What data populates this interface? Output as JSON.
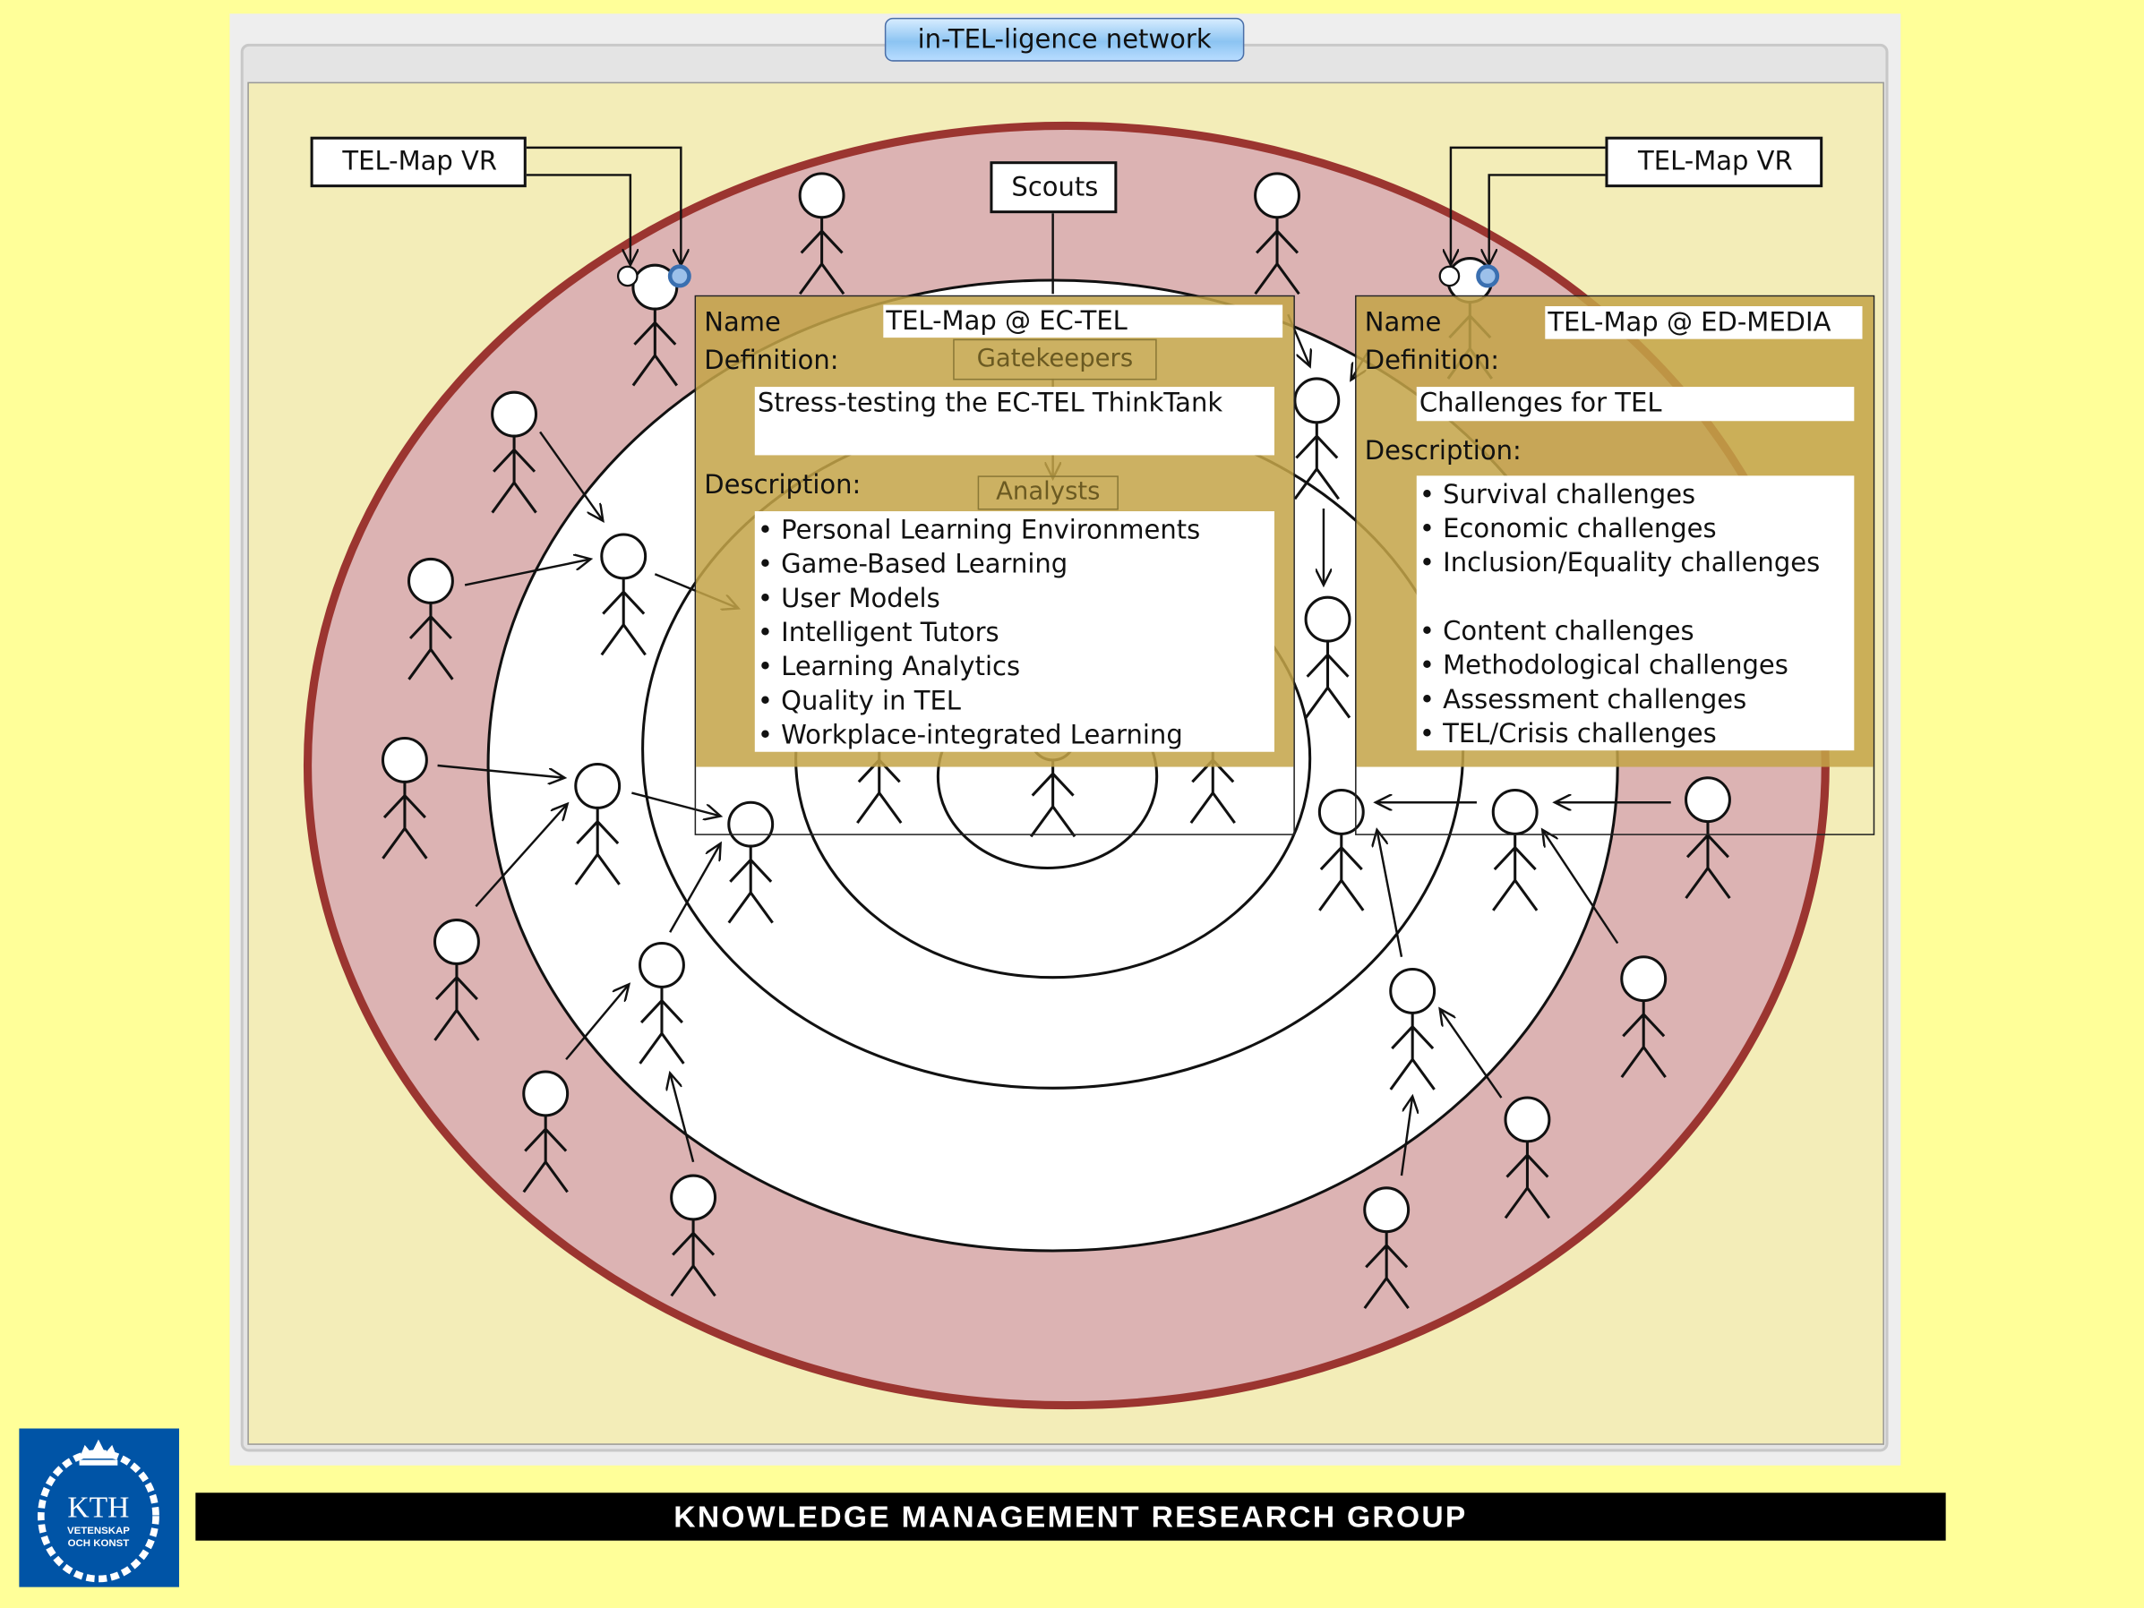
{
  "window": {
    "title": "in-TEL-ligence network"
  },
  "diagram": {
    "labels": {
      "tel_map_vr_left": "TEL-Map VR",
      "tel_map_vr_right": "TEL-Map VR",
      "scouts": "Scouts",
      "gatekeepers": "Gatekeepers",
      "analysts": "Analysts"
    },
    "colors": {
      "outer_ring": "#dcb3b3",
      "outer_ring_stroke": "#9b3530",
      "inner_area": "#ffffff",
      "canvas": "#f3edb8",
      "overlay": "#c4a448",
      "selected_node": "#3a6fb0"
    }
  },
  "panels": [
    {
      "name_label": "Name",
      "name_value": "TEL-Map @ EC-TEL",
      "definition_label": "Definition:",
      "definition_value": "Stress-testing the EC-TEL ThinkTank",
      "description_label": "Description:",
      "description_items": [
        "• Personal Learning Environments",
        "• Game-Based Learning",
        "• User Models",
        "• Intelligent Tutors",
        "• Learning Analytics",
        "• Quality in TEL",
        "• Workplace-integrated Learning"
      ]
    },
    {
      "name_label": "Name",
      "name_value": "TEL-Map @ ED-MEDIA",
      "definition_label": "Definition:",
      "definition_value": "Challenges for TEL",
      "description_label": "Description:",
      "description_items": [
        "• Survival challenges",
        "• Economic challenges",
        "• Inclusion/Equality challenges",
        "",
        "• Content challenges",
        "• Methodological challenges",
        "• Assessment challenges",
        "• TEL/Crisis challenges"
      ]
    }
  ],
  "footer": {
    "text": "KNOWLEDGE MANAGEMENT RESEARCH GROUP"
  },
  "logo": {
    "text": "KTH",
    "subtext_1": "VETENSKAP",
    "subtext_2": "OCH KONST"
  }
}
